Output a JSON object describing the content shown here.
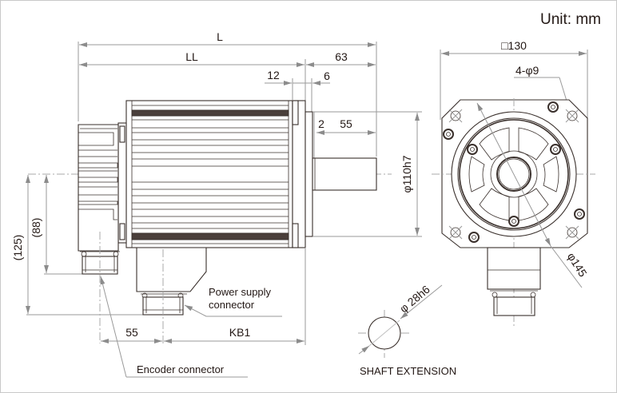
{
  "unit_label": "Unit: mm",
  "side_view": {
    "dimensions": {
      "L": "L",
      "LL": "LL",
      "d63": "63",
      "d12": "12",
      "d6": "6",
      "d2": "2",
      "d55_shaft": "55",
      "phi110h7": "φ110h7",
      "d88": "(88)",
      "d125": "(125)",
      "d55_connector": "55",
      "KB1": "KB1"
    },
    "callouts": {
      "power_supply_line1": "Power supply",
      "power_supply_line2": "connector",
      "encoder": "Encoder connector"
    }
  },
  "front_view": {
    "dimensions": {
      "square130": "□130",
      "holes": "4-φ9",
      "phi145": "φ145"
    }
  },
  "shaft_view": {
    "dimension": "φ 28h6",
    "caption": "SHAFT EXTENSION"
  }
}
